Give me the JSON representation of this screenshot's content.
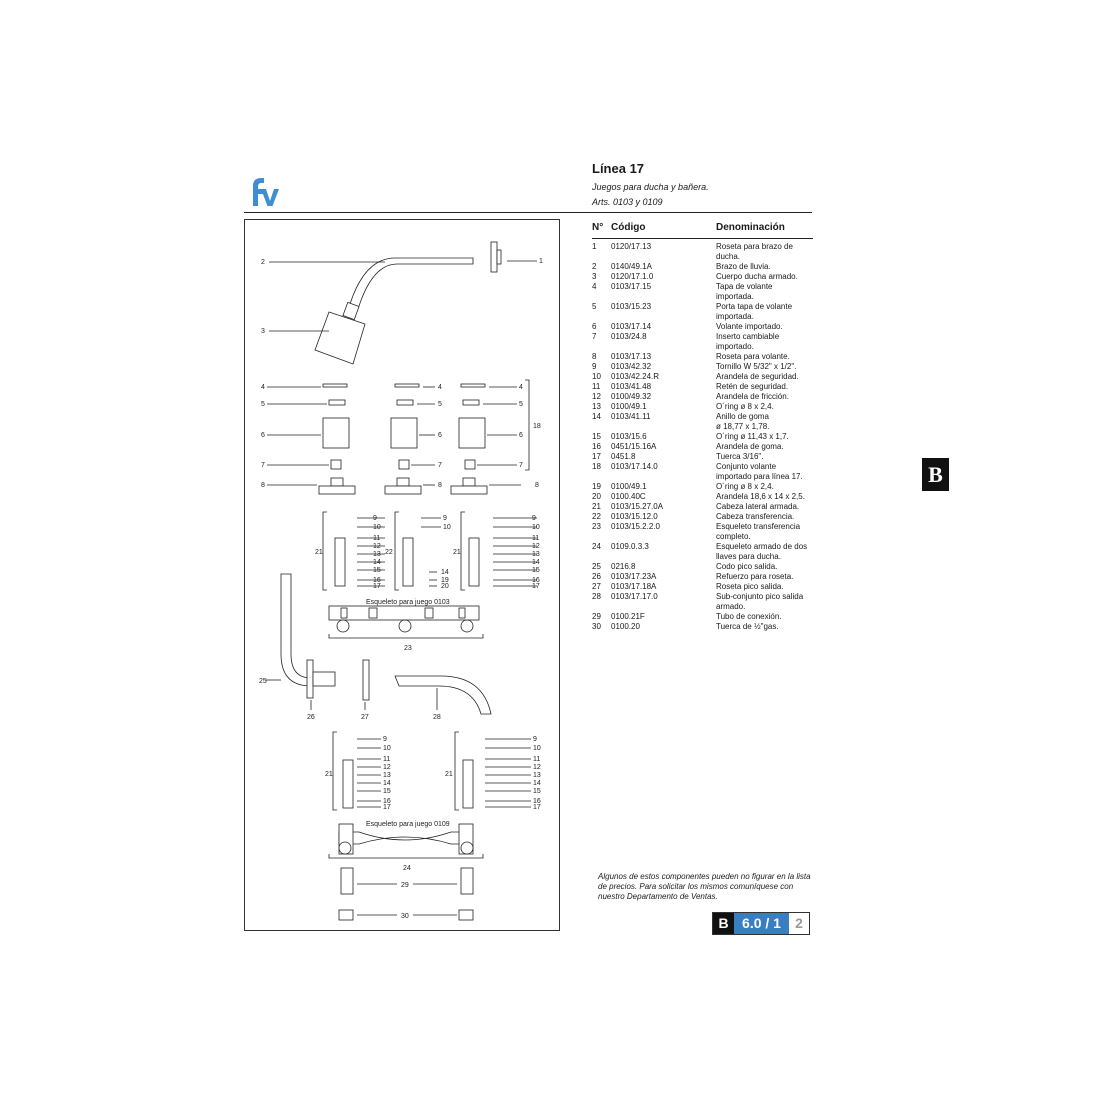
{
  "header": {
    "brand_mark": "fv",
    "title": "Línea 17",
    "subtitle": "Juegos para ducha y bañera.",
    "articles": "Arts. 0103 y 0109"
  },
  "table": {
    "headers": {
      "number": "N°",
      "code": "Código",
      "name": "Denominación"
    },
    "rows": [
      {
        "n": "1",
        "code": "0120/17.13",
        "name": [
          "Roseta para brazo de",
          "ducha."
        ]
      },
      {
        "n": "2",
        "code": "0140/49.1A",
        "name": [
          "Brazo de lluvia."
        ]
      },
      {
        "n": "3",
        "code": "0120/17.1.0",
        "name": [
          "Cuerpo ducha armado."
        ]
      },
      {
        "n": "4",
        "code": "0103/17.15",
        "name": [
          "Tapa de volante",
          "importada."
        ]
      },
      {
        "n": "5",
        "code": "0103/15.23",
        "name": [
          "Porta tapa de volante",
          "importada."
        ]
      },
      {
        "n": "6",
        "code": "0103/17.14",
        "name": [
          "Volante importado."
        ]
      },
      {
        "n": "7",
        "code": "0103/24.8",
        "name": [
          "Inserto cambiable",
          "importado."
        ]
      },
      {
        "n": "8",
        "code": "0103/17.13",
        "name": [
          "Roseta para volante."
        ]
      },
      {
        "n": "9",
        "code": "0103/42.32",
        "name": [
          "Tornillo W 5/32\" x 1/2\"."
        ]
      },
      {
        "n": "10",
        "code": "0103/42.24.R",
        "name": [
          "Arandela de seguridad."
        ]
      },
      {
        "n": "11",
        "code": "0103/41.48",
        "name": [
          "Retén de seguridad."
        ]
      },
      {
        "n": "12",
        "code": "0100/49.32",
        "name": [
          "Arandela de fricción."
        ]
      },
      {
        "n": "13",
        "code": "0100/49.1",
        "name": [
          "O´ring ø 8 x 2,4."
        ]
      },
      {
        "n": "14",
        "code": "0103/41.11",
        "name": [
          "Anillo de goma",
          "ø 18,77  x 1,78."
        ]
      },
      {
        "n": "15",
        "code": "0103/15.6",
        "name": [
          "O´ring ø 11,43 x 1,7."
        ]
      },
      {
        "n": "16",
        "code": "0451/15.16A",
        "name": [
          "Arandela de goma."
        ]
      },
      {
        "n": "17",
        "code": "0451.8",
        "name": [
          "Tuerca 3/16\"."
        ]
      },
      {
        "n": "18",
        "code": "0103/17.14.0",
        "name": [
          "Conjunto volante",
          "importado para línea 17."
        ]
      },
      {
        "n": "19",
        "code": "0100/49.1",
        "name": [
          "O´ring ø 8 x 2,4."
        ]
      },
      {
        "n": "20",
        "code": "0100.40C",
        "name": [
          "Arandela 18,6 x 14 x 2,5."
        ]
      },
      {
        "n": "21",
        "code": "0103/15.27.0A",
        "name": [
          "Cabeza lateral armada."
        ]
      },
      {
        "n": "22",
        "code": "0103/15.12.0",
        "name": [
          "Cabeza transferencia."
        ]
      },
      {
        "n": "23",
        "code": "0103/15.2.2.0",
        "name": [
          "Esqueleto transferencia",
          "completo."
        ]
      },
      {
        "n": "24",
        "code": "0109.0.3.3",
        "name": [
          "Esqueleto armado de dos",
          "llaves para ducha."
        ]
      },
      {
        "n": "25",
        "code": "0216.8",
        "name": [
          "Codo pico salida."
        ]
      },
      {
        "n": "26",
        "code": "0103/17.23A",
        "name": [
          "Refuerzo para roseta."
        ]
      },
      {
        "n": "27",
        "code": "0103/17.18A",
        "name": [
          "Roseta pico salida."
        ]
      },
      {
        "n": "28",
        "code": "0103/17.17.0",
        "name": [
          "Sub-conjunto pico salida",
          "armado."
        ]
      },
      {
        "n": "29",
        "code": "0100.21F",
        "name": [
          "Tubo de conexión."
        ]
      },
      {
        "n": "30",
        "code": "0100.20",
        "name": [
          "Tuerca de ½\"gas."
        ]
      }
    ]
  },
  "diagram": {
    "skeleton_0103_label": "Esqueleto para juego 0103",
    "skeleton_0109_label": "Esqueleto para juego 0109"
  },
  "note": "Algunos de estos componentes pueden no figurar en la lista de precios. Para solicitar los mismos comuníquese con nuestro Departamento de Ventas.",
  "section_tab": "B",
  "page_box": {
    "section": "B",
    "number": "6.0 / 1",
    "page": "2"
  },
  "colors": {
    "accent_blue": "#3a7ec2",
    "logo_blue": "#3f8ed2",
    "ink": "#1a1a1a"
  }
}
